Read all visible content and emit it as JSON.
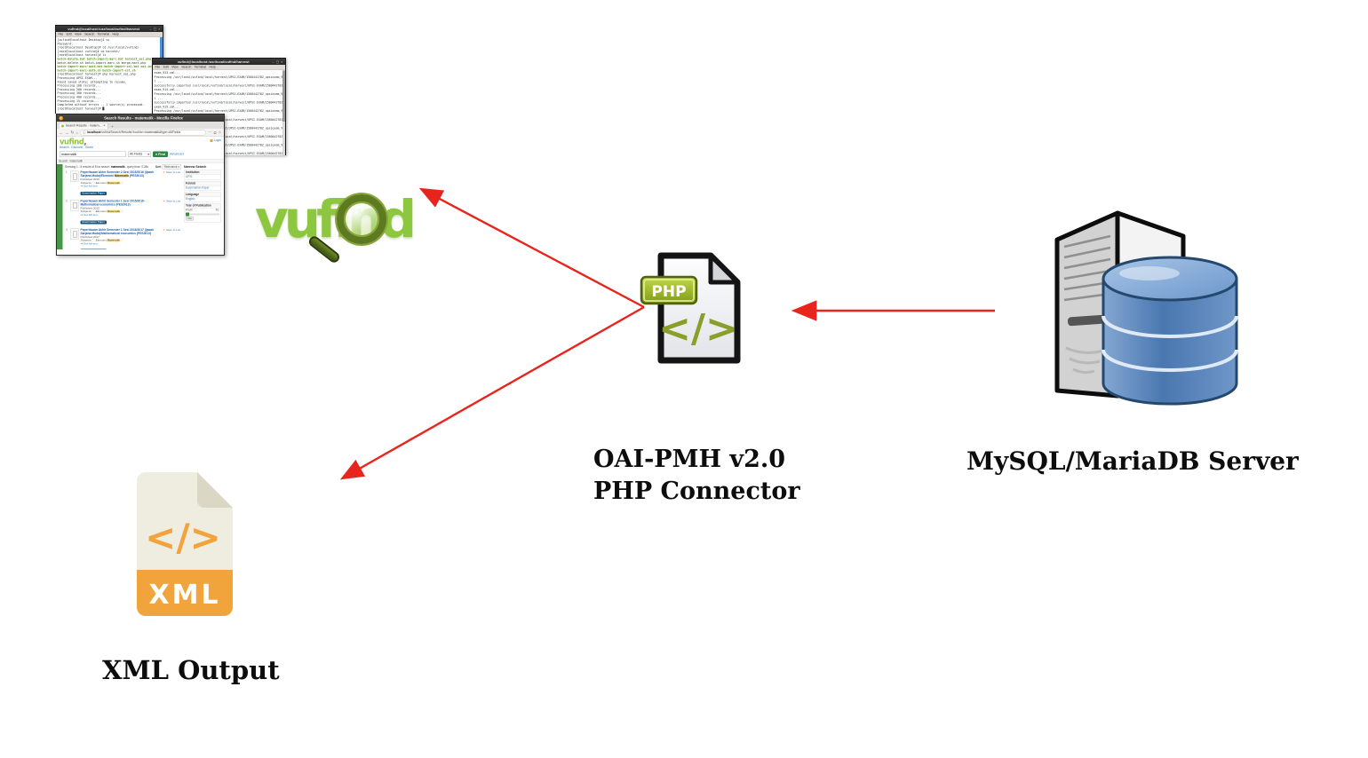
{
  "labels": {
    "connector_line1": "OAI-PMH v2.0",
    "connector_line2": "PHP Connector",
    "server": "MySQL/MariaDB Server",
    "xml_output": "XML Output"
  },
  "colors": {
    "arrow_red": "#e8251d",
    "vufind_green": "#8dc63f",
    "xml_orange": "#f1a43b",
    "php_olive": "#8a9e2b",
    "db_blue": "#4f7fbe"
  },
  "php_icon": {
    "badge": "PHP",
    "glyph": "</>"
  },
  "xml_icon": {
    "band": "XML",
    "glyph": "</>"
  },
  "biglogo": {
    "text": "vufind"
  },
  "terminal1": {
    "title": "vufind@localhost:/usr/local/vufind/harvest",
    "controls": "– ◻ ×",
    "menu_items": [
      "File",
      "Edit",
      "View",
      "Search",
      "Terminal",
      "Help"
    ],
    "lines": [
      {
        "t": "[vufind@localhost Desktop]$ su"
      },
      {
        "t": "Password:"
      },
      {
        "t": "[root@localhost Desktop]# cd /usr/local/vufind/"
      },
      {
        "t": "[root@localhost vufind]# cd harvest/"
      },
      {
        "t": "[root@localhost harvest]# ls"
      },
      {
        "t": "batch-delete.bat       batch-import-marc.bat  harvest_oai.php",
        "c": "g"
      },
      {
        "t": "batch-delete.sh        batch-import-marc.sh   merge-marc.php"
      },
      {
        "t": "batch-import-marc-auth.bat  batch-import-xsl.bat  oai.ini",
        "c": "g"
      },
      {
        "t": "batch-import-marc-auth.sh   batch-import-xsl.sh",
        "c": "g"
      },
      {
        "t": "[root@localhost harvest]# php harvest_oai.php"
      },
      {
        "t": "Processing UPSI-EXAM..."
      },
      {
        "t": "Found saved state; attempting to resume."
      },
      {
        "t": "Processing 100 records..."
      },
      {
        "t": "Processing 200 records..."
      },
      {
        "t": "Processing 300 records..."
      },
      {
        "t": "Processing 400 records..."
      },
      {
        "t": "Processing 15 records..."
      },
      {
        "t": "Completed without errors -- 1 source(s) processed."
      },
      {
        "t": "[root@localhost harvest]# █"
      }
    ]
  },
  "terminal2": {
    "title": "vufind@localhost:/usr/local/vufind/harvest",
    "controls": "– ◻ ×",
    "menu_items": [
      "File",
      "Edit",
      "View",
      "Search",
      "Terminal",
      "Help"
    ],
    "lines": [
      {
        "t": "exam_913.xml..."
      },
      {
        "t": "Processing /usr/local/vufind/local/harvest/UPSI-EXAM/158044278Z_upsiexam_914.xm"
      },
      {
        "t": "l ..."
      },
      {
        "t": "Successfully imported /usr/local/vufind/local/harvest/UPSI-EXAM/158044278Z_upsi"
      },
      {
        "t": "exam_914.xml..."
      },
      {
        "t": "Processing /usr/local/vufind/local/harvest/UPSI-EXAM/158044278Z_upsiexam_915.xm"
      },
      {
        "t": "l ..."
      },
      {
        "t": "Successfully imported /usr/local/vufind/local/harvest/UPSI-EXAM/158044278Z_upsi"
      },
      {
        "t": "exam_915.xml..."
      },
      {
        "t": "Processing /usr/local/vufind/local/harvest/UPSI-EXAM/158044278Z_upsiexam_916.xm"
      },
      {
        "t": "l ..."
      },
      {
        "t": "Successfully imported /usr/local/vufind/local/harvest/UPSI-EXAM/158044278Z_upsi"
      },
      {
        "t": "exam_916.xml..."
      },
      {
        "t": "Processing /usr/local/vufind/local/harvest/UPSI-EXAM/158044278Z_upsiexam_917.xm"
      },
      {
        "t": "l ..."
      },
      {
        "t": "Successfully imported /usr/local/vufind/local/harvest/UPSI-EXAM/158044278Z_upsi"
      },
      {
        "t": "exam_917.xml..."
      },
      {
        "t": "Processing /usr/local/vufind/local/harvest/UPSI-EXAM/158044278Z_upsiexam_918.xm"
      },
      {
        "t": "l ..."
      },
      {
        "t": "Successfully imported /usr/local/vufind/local/harvest/UPSI-EXAM/158044278Z_upsi"
      }
    ]
  },
  "browser": {
    "title": "Search Results - matematik - Mozilla Firefox",
    "tab": "Search Results - matem...",
    "tab_close": "×",
    "new_tab": "+",
    "nav": {
      "back": "←",
      "forward": "→",
      "reload": "↻",
      "home": "⌂",
      "info_icon": "ⓘ",
      "host": "localhost",
      "url_rest": "/vufind/Search/Results?lookfor=matematik&type=AllFields",
      "more": "⋯",
      "shield": "◘",
      "star": "☆"
    },
    "page": {
      "logo": "vufind",
      "logo_tail": ",",
      "nav_links": [
        "Search",
        "Discover",
        "Share"
      ],
      "login": "Login",
      "search_value": "matematik",
      "field_select": "All Fields",
      "select_caret": "▾",
      "find_button": "⌕ Find",
      "advanced": "Advanced",
      "breadcrumb": "Search: matematik",
      "results_summary_pre": "Showing 1 - 8 results of 8 for search '",
      "results_summary_hl": "matematik",
      "results_summary_post": "', query time: 0.28s",
      "sort_label": "Sort",
      "sort_value": "Relevance",
      "results": [
        {
          "num": "1",
          "t1": "Peperiksaan Akhir Semester 2 Sesi 2015/2016 (Ijazah Sarjana Muda)/Ekonomi ",
          "thl": "Matematik",
          "t2": " (PES3013)",
          "save": "Save to List",
          "published": "Published 2016",
          "s1": "Subjects: “...Ekonomi ",
          "shl": "Matematik",
          "s2": "...”",
          "fulltext": "Get full text",
          "badge": "Examination Paper"
        },
        {
          "num": "2",
          "t1": "Peperiksaan Akhir Semester 1 Sesi 2015/2016-Mathematical economics (PES3013)",
          "thl": "",
          "t2": "",
          "save": "Save to List",
          "published": "Published 2015",
          "s1": "Subjects: “...Ekonomi ",
          "shl": "Matematik",
          "s2": "...”",
          "fulltext": "Get full text",
          "badge": "Examination Paper"
        },
        {
          "num": "3",
          "t1": "Peperiksaan Akhir Semester 1 Sesi 2016/2017 (Ijazah Sarjana Muda)/Mathematical economics (PES3013)",
          "thl": "",
          "t2": "",
          "save": "Save to List",
          "published": "Published 2017",
          "s1": "Subjects: “...Ekonomi ",
          "shl": "Matematik",
          "s2": "...”",
          "fulltext": "Get full text",
          "badge": "Examination Paper"
        }
      ],
      "sidebar": {
        "title": "Narrow Search",
        "sections": [
          {
            "header": "Institution",
            "link": "UPSI"
          },
          {
            "header": "Format",
            "link": "Examination Paper"
          },
          {
            "header": "Language",
            "link": "English"
          }
        ],
        "year_header": "Year of Publication",
        "from_label": "From:",
        "to_label": "To:",
        "go_button": "Go"
      }
    }
  }
}
